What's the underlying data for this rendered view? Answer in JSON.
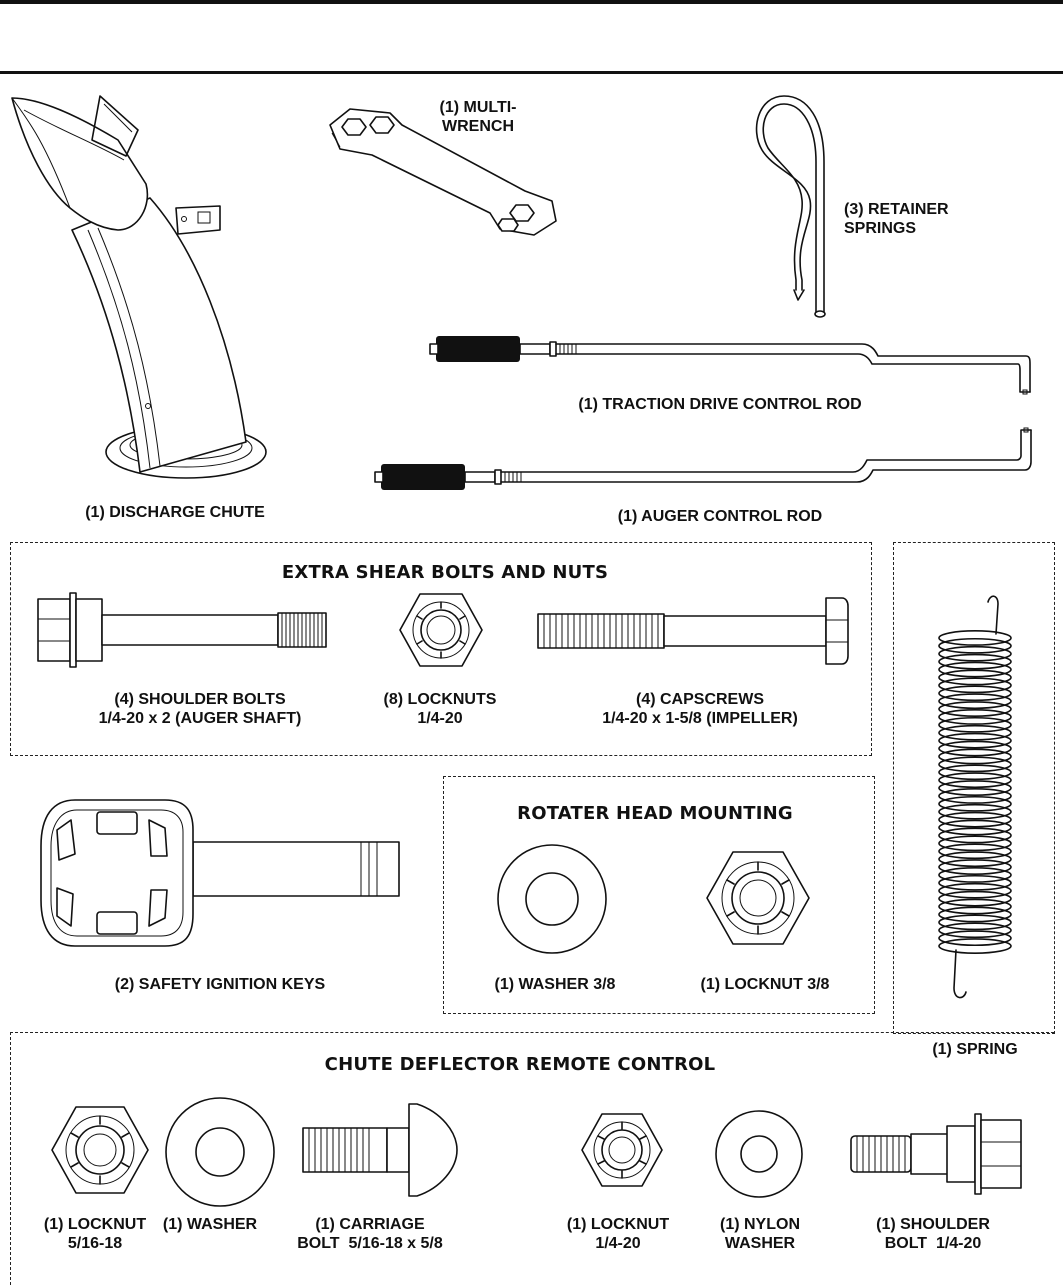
{
  "parts": {
    "multi_wrench": "(1) MULTI-\nWRENCH",
    "retainer_springs": "(3) RETAINER\nSPRINGS",
    "traction_rod": "(1) TRACTION DRIVE CONTROL ROD",
    "discharge_chute": "(1) DISCHARGE CHUTE",
    "auger_rod": "(1) AUGER CONTROL ROD",
    "spring": "(1) SPRING"
  },
  "shear": {
    "heading": "EXTRA SHEAR BOLTS AND NUTS",
    "shoulder_bolts": "(4) SHOULDER BOLTS\n1/4-20 x 2 (AUGER SHAFT)",
    "locknuts": "(8) LOCKNUTS\n1/4-20",
    "capscrews": "(4) CAPSCREWS\n1/4-20 x 1-5/8 (IMPELLER)"
  },
  "keys": {
    "label": "(2) SAFETY IGNITION KEYS"
  },
  "rotater": {
    "heading": "ROTATER HEAD MOUNTING",
    "washer": "(1) WASHER  3/8",
    "locknut": "(1) LOCKNUT  3/8"
  },
  "deflector": {
    "heading": "CHUTE DEFLECTOR REMOTE CONTROL",
    "locknut_5_16": "(1) LOCKNUT\n5/16-18",
    "washer": "(1) WASHER",
    "carriage_bolt": "(1) CARRIAGE\nBOLT  5/16-18 x 5/8",
    "locknut_1_4": "(1) LOCKNUT\n1/4-20",
    "nylon_washer": "(1) NYLON\nWASHER",
    "shoulder_bolt": "(1) SHOULDER\nBOLT  1/4-20"
  }
}
